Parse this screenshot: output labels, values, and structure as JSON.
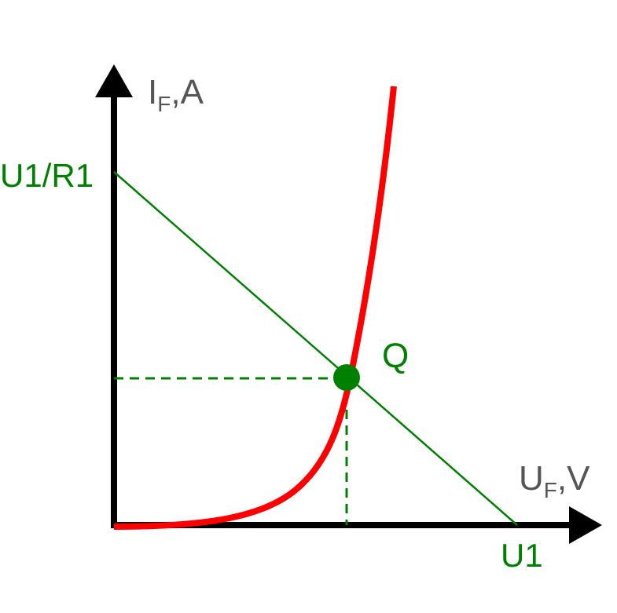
{
  "labels": {
    "y_axis_main": "I",
    "y_axis_sub": "F",
    "y_axis_rest": ",A",
    "x_axis_main": "U",
    "x_axis_sub": "F",
    "x_axis_rest": ",V",
    "y_intercept": "U1/R1",
    "x_intercept": "U1",
    "operating_point": "Q"
  },
  "colors": {
    "axis": "#000000",
    "axis_label": "#555555",
    "diode_curve": "#ff0000",
    "load_line": "#008000"
  }
}
